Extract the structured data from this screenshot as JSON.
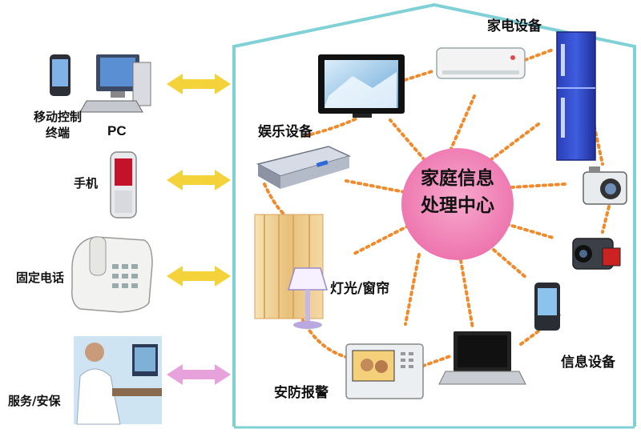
{
  "hub": {
    "line1": "家庭信息",
    "line2": "处理中心"
  },
  "groups": {
    "appliances": "家电设备",
    "entertainment": "娱乐设备",
    "lighting": "灯光/窗帘",
    "security": "安防报警",
    "information": "信息设备"
  },
  "left_terminals": {
    "mobile_control": "移动控制\n终端",
    "pc": "PC",
    "phone": "手机",
    "landline": "固定电话",
    "service": "服务/安保"
  },
  "colors": {
    "house_outline": "#7fd1d6",
    "hub_fill": "#ef7fb4",
    "dotted_link": "#f08a2a",
    "arrow_yellow": "#f4d23a",
    "arrow_pink": "#e7a2dc"
  }
}
